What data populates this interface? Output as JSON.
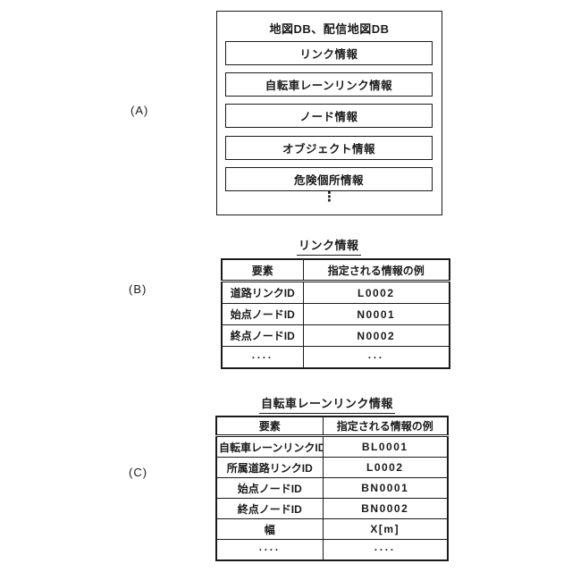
{
  "labels": {
    "a": "(A)",
    "b": "(B)",
    "c": "(C)"
  },
  "db_box": {
    "title": "地図DB、配信地図DB",
    "items": [
      "リンク情報",
      "自転車レーンリンク情報",
      "ノード情報",
      "オブジェクト情報",
      "危険個所情報"
    ],
    "ellipsis": "⋮"
  },
  "link_table": {
    "title": "リンク情報",
    "headers": [
      "要素",
      "指定される情報の例"
    ],
    "rows": [
      [
        "道路リンクID",
        "L0002"
      ],
      [
        "始点ノードID",
        "N0001"
      ],
      [
        "終点ノードID",
        "N0002"
      ],
      [
        "····",
        "···"
      ]
    ]
  },
  "bicycle_table": {
    "title": "自転車レーンリンク情報",
    "headers": [
      "要素",
      "指定される情報の例"
    ],
    "rows": [
      [
        "自転車レーンリンクID",
        "BL0001"
      ],
      [
        "所属道路リンクID",
        "L0002"
      ],
      [
        "始点ノードID",
        "BN0001"
      ],
      [
        "終点ノードID",
        "BN0002"
      ],
      [
        "幅",
        "X[m]"
      ],
      [
        "····",
        "····"
      ]
    ]
  },
  "colors": {
    "line": "#1a1a1a",
    "background": "#ffffff"
  }
}
